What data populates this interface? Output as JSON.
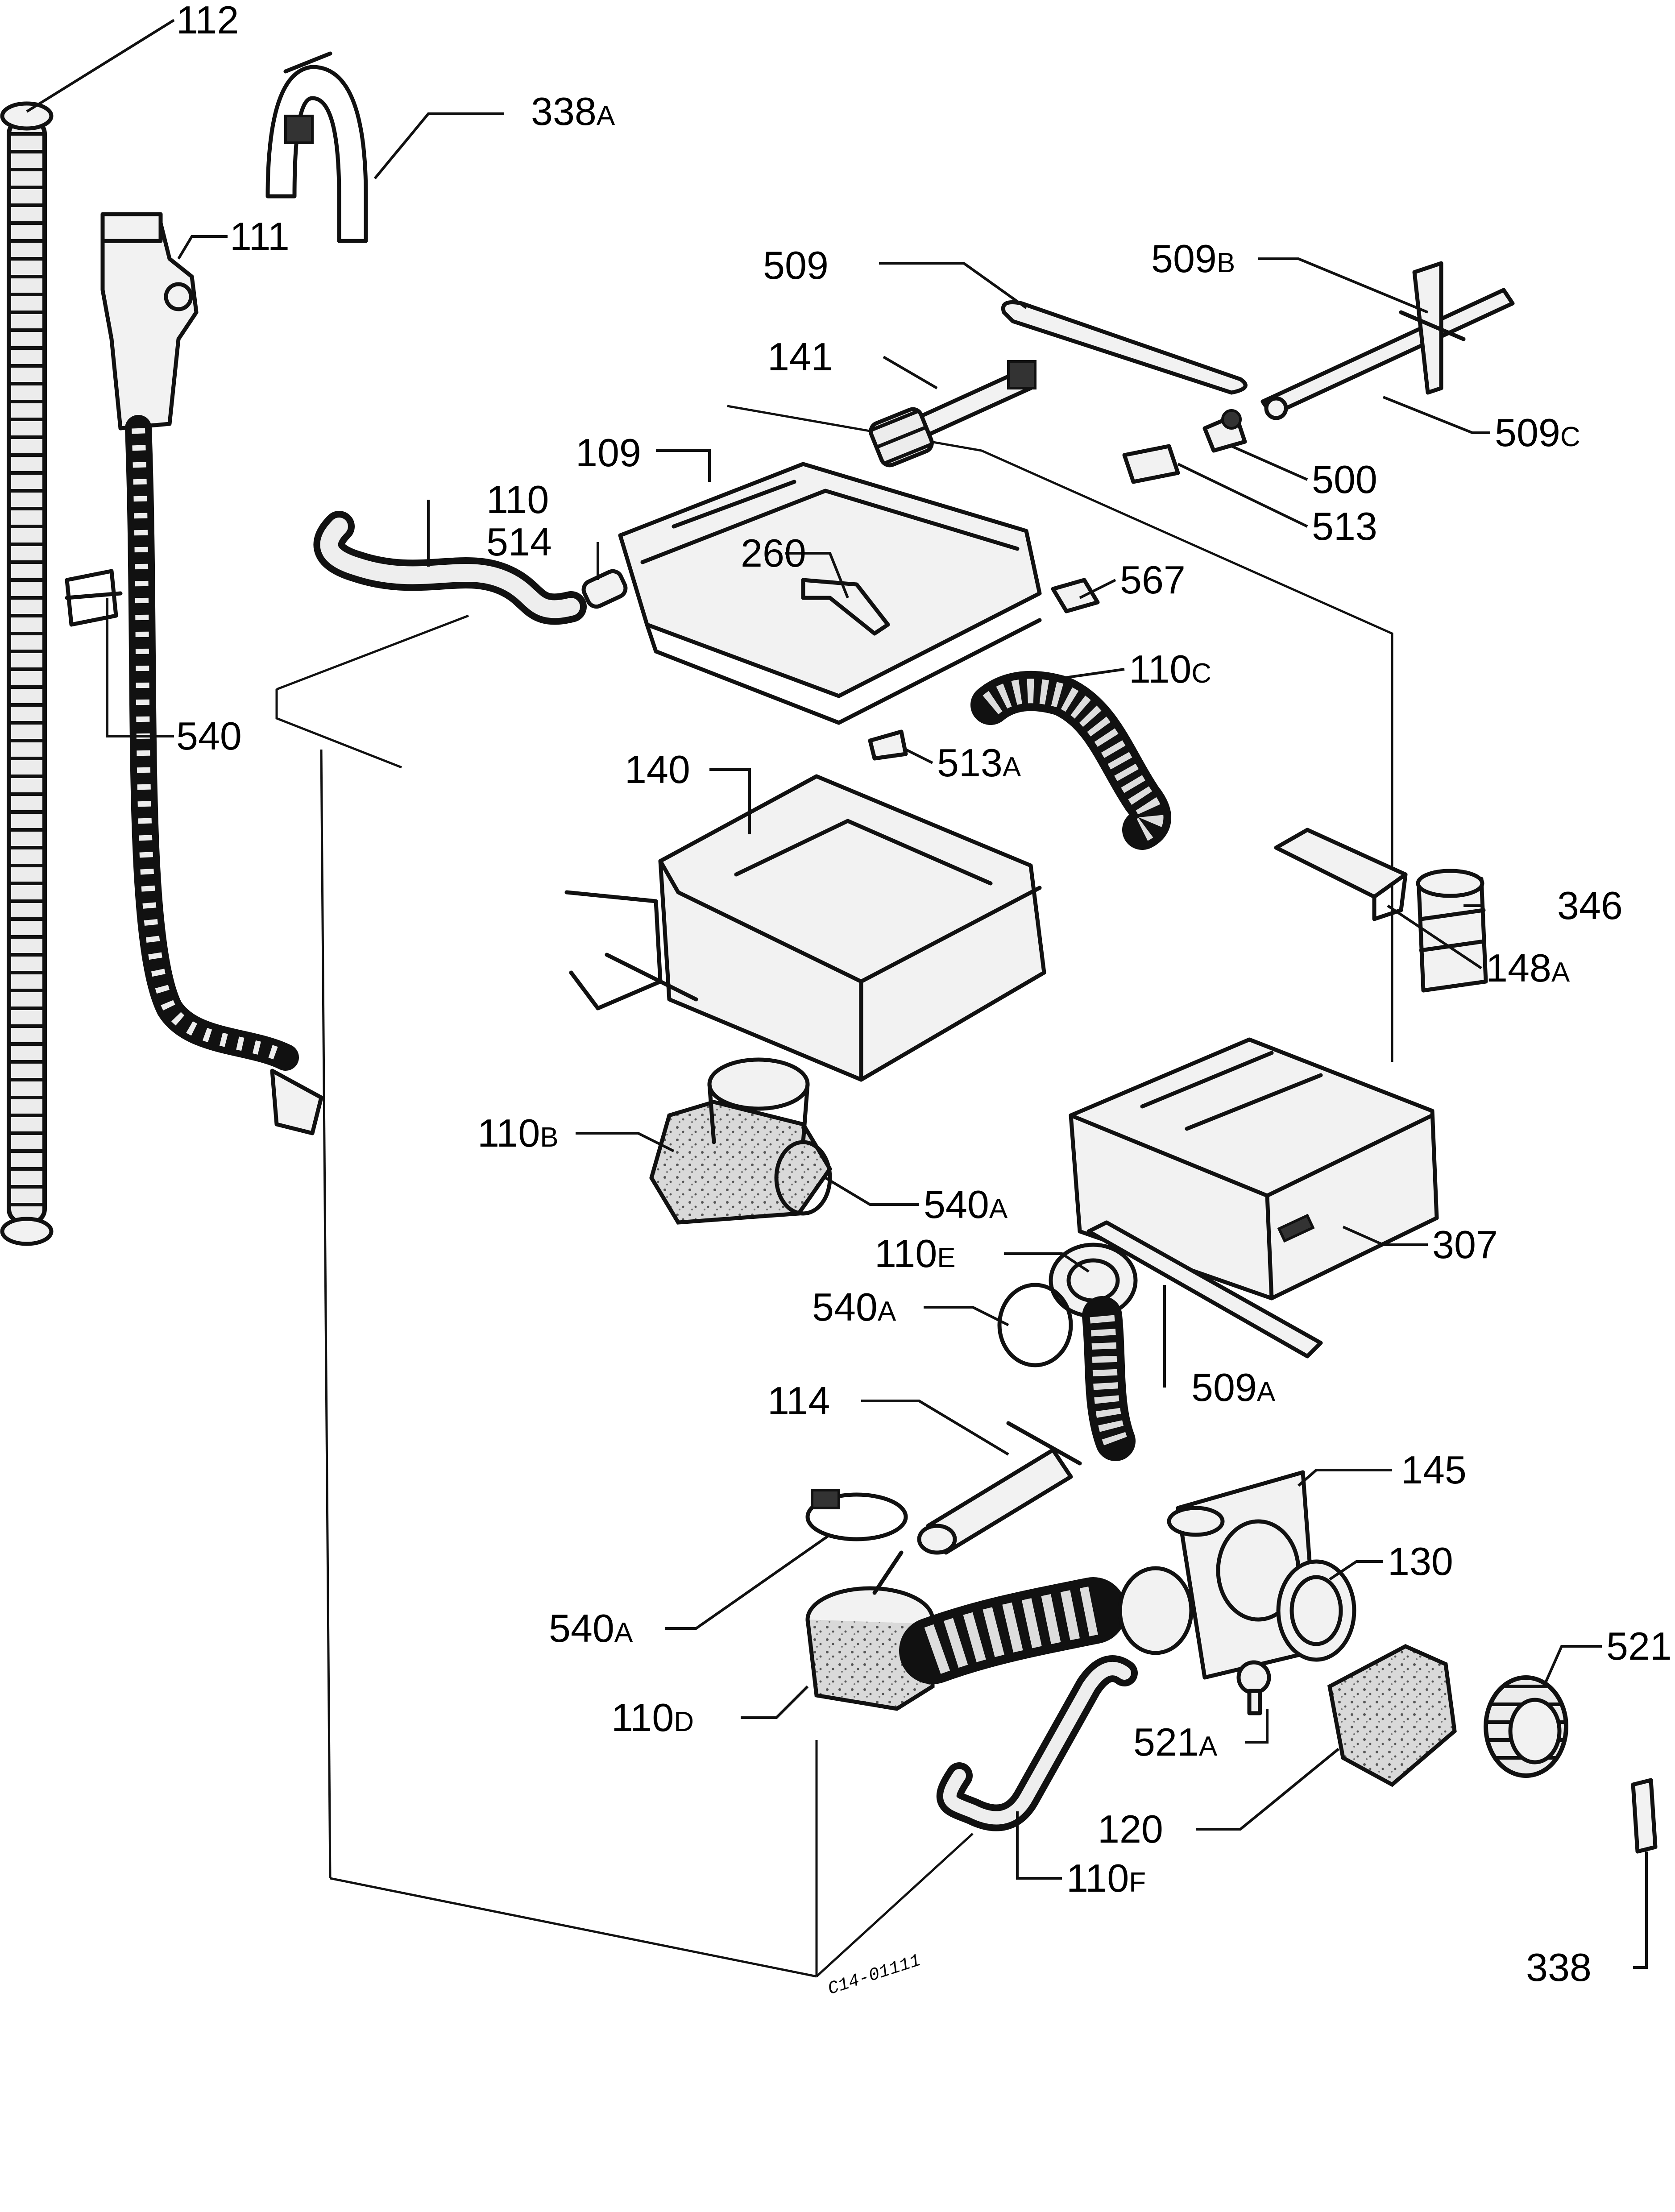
{
  "diagram": {
    "drawing_code": "C14-01111",
    "labels": [
      {
        "id": "112",
        "num": "112",
        "suffix": ""
      },
      {
        "id": "338A",
        "num": "338",
        "suffix": "A"
      },
      {
        "id": "111",
        "num": "111",
        "suffix": ""
      },
      {
        "id": "509",
        "num": "509",
        "suffix": ""
      },
      {
        "id": "509B",
        "num": "509",
        "suffix": "B"
      },
      {
        "id": "141",
        "num": "141",
        "suffix": ""
      },
      {
        "id": "509C",
        "num": "509",
        "suffix": "C"
      },
      {
        "id": "109",
        "num": "109",
        "suffix": ""
      },
      {
        "id": "500",
        "num": "500",
        "suffix": ""
      },
      {
        "id": "110",
        "num": "110",
        "suffix": ""
      },
      {
        "id": "514",
        "num": "514",
        "suffix": ""
      },
      {
        "id": "513",
        "num": "513",
        "suffix": ""
      },
      {
        "id": "260",
        "num": "260",
        "suffix": ""
      },
      {
        "id": "567",
        "num": "567",
        "suffix": ""
      },
      {
        "id": "110C",
        "num": "110",
        "suffix": "C"
      },
      {
        "id": "540",
        "num": "540",
        "suffix": ""
      },
      {
        "id": "513A",
        "num": "513",
        "suffix": "A"
      },
      {
        "id": "140",
        "num": "140",
        "suffix": ""
      },
      {
        "id": "346",
        "num": "346",
        "suffix": ""
      },
      {
        "id": "148A",
        "num": "148",
        "suffix": "A"
      },
      {
        "id": "110B",
        "num": "110",
        "suffix": "B"
      },
      {
        "id": "540A-1",
        "num": "540",
        "suffix": "A"
      },
      {
        "id": "307",
        "num": "307",
        "suffix": ""
      },
      {
        "id": "110E",
        "num": "110",
        "suffix": "E"
      },
      {
        "id": "540A-2",
        "num": "540",
        "suffix": "A"
      },
      {
        "id": "509A",
        "num": "509",
        "suffix": "A"
      },
      {
        "id": "114",
        "num": "114",
        "suffix": ""
      },
      {
        "id": "145",
        "num": "145",
        "suffix": ""
      },
      {
        "id": "130",
        "num": "130",
        "suffix": ""
      },
      {
        "id": "540A-3",
        "num": "540",
        "suffix": "A"
      },
      {
        "id": "521",
        "num": "521",
        "suffix": ""
      },
      {
        "id": "110D",
        "num": "110",
        "suffix": "D"
      },
      {
        "id": "521A",
        "num": "521",
        "suffix": "A"
      },
      {
        "id": "120",
        "num": "120",
        "suffix": ""
      },
      {
        "id": "110F",
        "num": "110",
        "suffix": "F"
      },
      {
        "id": "338",
        "num": "338",
        "suffix": ""
      }
    ]
  }
}
